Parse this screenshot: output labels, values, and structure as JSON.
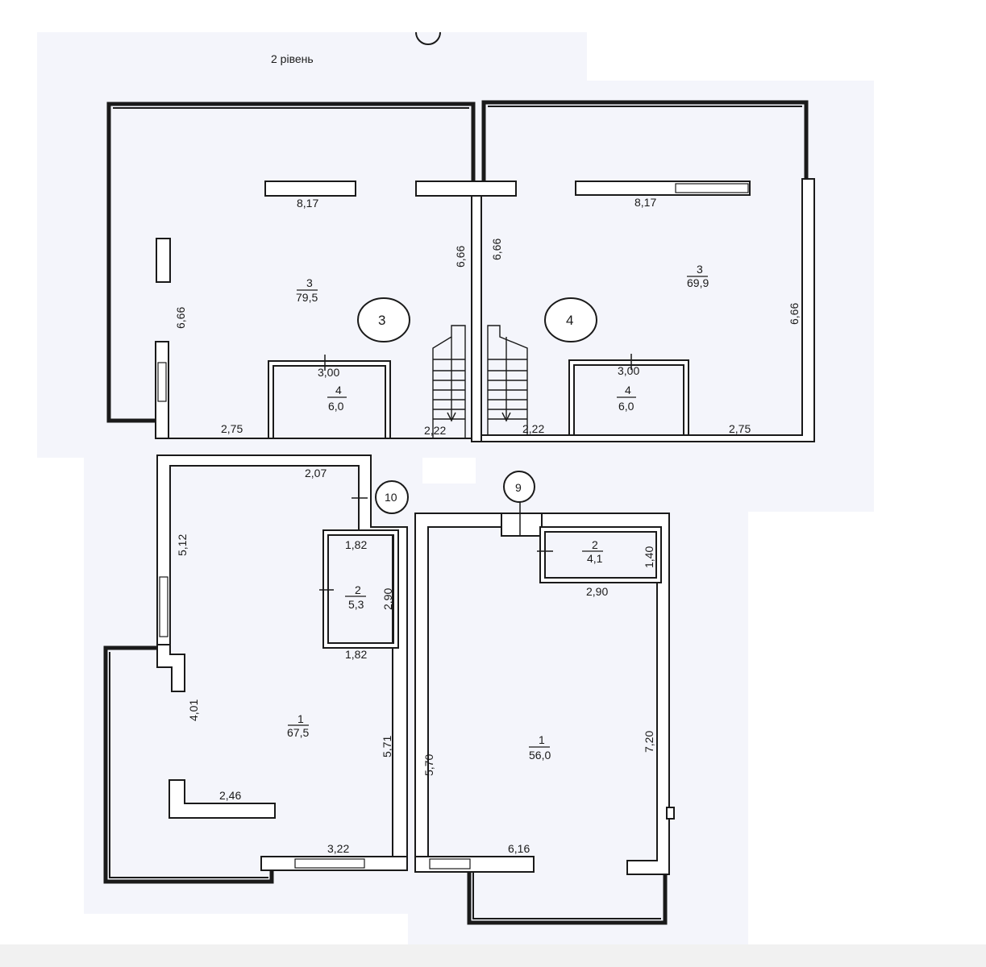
{
  "plan": {
    "level_title": "2 рівень",
    "units": [
      {
        "id": "3",
        "circle": "3"
      },
      {
        "id": "4",
        "circle": "4"
      },
      {
        "id": "10",
        "circle": "10"
      },
      {
        "id": "9",
        "circle": "9"
      }
    ],
    "rooms": {
      "u3_main": {
        "number": "3",
        "area": "79,5"
      },
      "u3_small": {
        "number": "4",
        "area": "6,0"
      },
      "u4_main": {
        "number": "3",
        "area": "69,9"
      },
      "u4_small": {
        "number": "4",
        "area": "6,0"
      },
      "u10_main": {
        "number": "1",
        "area": "67,5"
      },
      "u10_small": {
        "number": "2",
        "area": "5,3"
      },
      "u9_main": {
        "number": "1",
        "area": "56,0"
      },
      "u9_small": {
        "number": "2",
        "area": "4,1"
      }
    },
    "dimensions": {
      "u3_top": "8,17",
      "u3_left": "6,66",
      "u3_right": "6,66",
      "u3_small_w": "3,00",
      "u3_bottom_left": "2,75",
      "u3_bottom_right": "2,22",
      "u4_top": "8,17",
      "u4_left": "6,66",
      "u4_right": "6,66",
      "u4_small_w": "3,00",
      "u4_bottom_left": "2,22",
      "u4_bottom_right": "2,75",
      "u10_top": "2,07",
      "u10_left_upper": "5,12",
      "u10_small_top": "1,82",
      "u10_small_h": "2,90",
      "u10_small_bottom": "1,82",
      "u10_left_lower": "4,01",
      "u10_right": "5,71",
      "u10_counter": "2,46",
      "u10_bottom": "3,22",
      "u9_left": "5,70",
      "u9_small_h": "1,40",
      "u9_small_w": "2,90",
      "u9_right": "7,20",
      "u9_bottom": "6,16"
    }
  }
}
